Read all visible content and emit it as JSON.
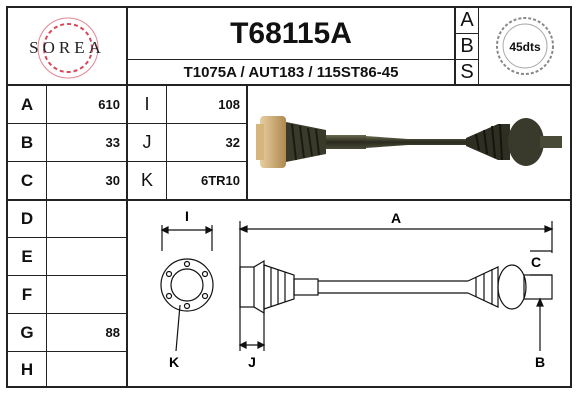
{
  "brand": {
    "name": "SOREA"
  },
  "header": {
    "part_number": "T68115A",
    "cross_refs": "T1075A / AUT183 / 115ST86-45",
    "abs_letters": [
      "A",
      "B",
      "S"
    ],
    "badge": "45dts"
  },
  "specs": {
    "left": [
      {
        "label": "A",
        "value": "610"
      },
      {
        "label": "B",
        "value": "33"
      },
      {
        "label": "C",
        "value": "30"
      },
      {
        "label": "D",
        "value": ""
      },
      {
        "label": "E",
        "value": ""
      },
      {
        "label": "F",
        "value": ""
      },
      {
        "label": "G",
        "value": "88"
      },
      {
        "label": "H",
        "value": ""
      }
    ],
    "right": [
      {
        "label": "I",
        "value": "108"
      },
      {
        "label": "J",
        "value": "32"
      },
      {
        "label": "K",
        "value": "6TR10"
      }
    ]
  },
  "diagram": {
    "labels": {
      "I": "I",
      "A": "A",
      "C": "C",
      "K": "K",
      "J": "J",
      "B": "B"
    }
  },
  "colors": {
    "border": "#222222",
    "logo_ring": "#d9475b",
    "shaft_dark": "#2a2a1e",
    "flange": "#c9a66b"
  }
}
